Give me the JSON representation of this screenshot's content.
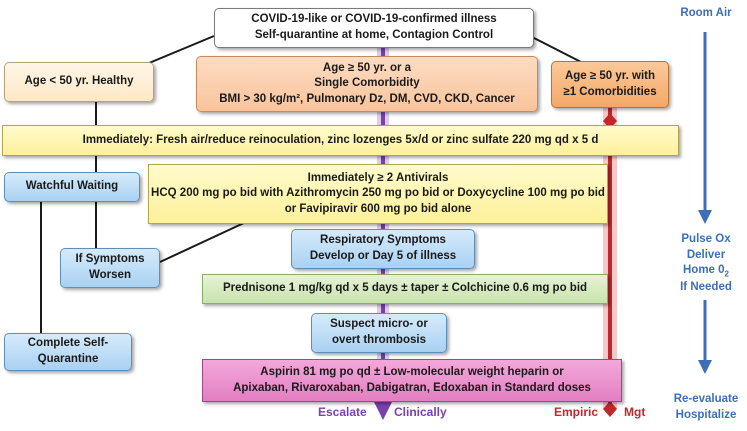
{
  "boxes": {
    "start": {
      "line1": "COVID-19-like or COVID-19-confirmed illness",
      "line2": "Self-quarantine at home, Contagion Control"
    },
    "young": {
      "text": "Age < 50 yr. Healthy"
    },
    "middle": {
      "line1": "Age ≥ 50 yr. or a",
      "line2": "Single Comorbidity",
      "line3": "BMI > 30 kg/m², Pulmonary Dz, DM, CVD, CKD, Cancer"
    },
    "high": {
      "line1": "Age ≥ 50 yr. with",
      "line2": "≥1 Comorbidities"
    },
    "immediate": {
      "text": "Immediately:  Fresh air/reduce reinoculation, zinc lozenges 5x/d or zinc sulfate 220 mg qd x 5 d"
    },
    "watchful": {
      "text": "Watchful Waiting"
    },
    "antivirals": {
      "line1": "Immediately ≥ 2 Antivirals",
      "line2": "HCQ 200 mg po bid with Azithromycin 250 mg po bid or Doxycycline 100 mg po bid",
      "line3": "or Favipiravir 600 mg po bid alone"
    },
    "worsen": {
      "line1": "If Symptoms",
      "line2": "Worsen"
    },
    "respiratory": {
      "line1": "Respiratory Symptoms",
      "line2": "Develop or Day 5 of illness"
    },
    "prednisone": {
      "text": "Prednisone 1 mg/kg qd x 5 days ± taper ± Colchicine 0.6 mg po bid"
    },
    "complete": {
      "line1": "Complete Self-",
      "line2": "Quarantine"
    },
    "thrombosis": {
      "line1": "Suspect micro- or",
      "line2": "overt thrombosis"
    },
    "aspirin": {
      "line1": "Aspirin 81 mg po qd ± Low-molecular weight heparin or",
      "line2": "Apixaban, Rivaroxaban, Dabigatran, Edoxaban in Standard doses"
    }
  },
  "side_labels": {
    "room_air": "Room Air",
    "pulse_ox": {
      "line1": "Pulse Ox",
      "line2": "Deliver",
      "line3": "Home 0",
      "sub": "2",
      "line4": "If Needed"
    },
    "reevaluate": {
      "line1": "Re-evaluate",
      "line2": "Hospitalize"
    }
  },
  "legend": {
    "escalate": "Escalate",
    "clinically": "Clinically",
    "empiric": "Empiric",
    "mgt": "Mgt"
  },
  "colors": {
    "purple_arrow": "#7b3fb0",
    "red_line": "#c0282c",
    "blue_arrow": "#3d6fb8"
  }
}
